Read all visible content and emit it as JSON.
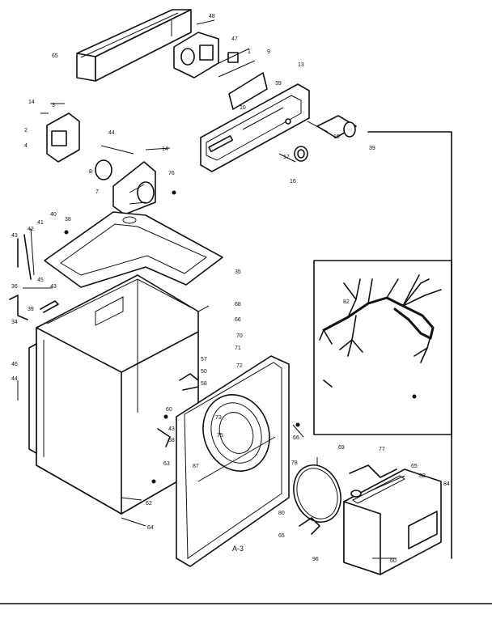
{
  "figure_label": "A-3",
  "part_labels": [
    "65",
    "48",
    "47",
    "1",
    "9",
    "13",
    "39",
    "10",
    "14",
    "2",
    "3",
    "4",
    "44",
    "14",
    "8",
    "7",
    "76",
    "15",
    "39",
    "17",
    "16",
    "43",
    "42",
    "41",
    "40",
    "38",
    "35",
    "36",
    "45",
    "43",
    "39",
    "34",
    "46",
    "44",
    "68",
    "66",
    "70",
    "71",
    "57",
    "50",
    "58",
    "60",
    "72",
    "73",
    "75",
    "87",
    "62",
    "64",
    "63",
    "43",
    "58",
    "66",
    "82",
    "78",
    "80",
    "69",
    "77",
    "65",
    "84",
    "82",
    "60",
    "96",
    "65"
  ]
}
